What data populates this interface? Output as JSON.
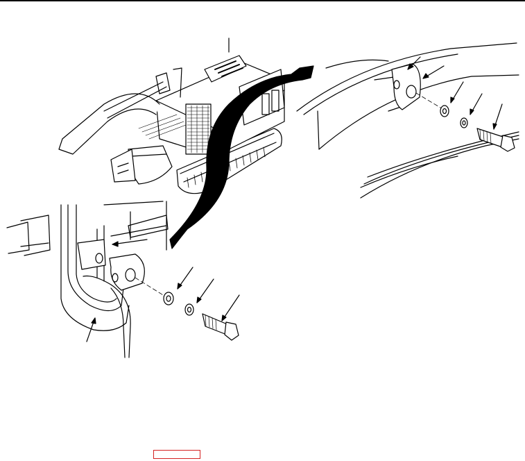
{
  "page": {
    "background": "#ffffff",
    "line_color": "#000000"
  },
  "figure": {
    "icons": [
      "excavator-illustration",
      "curved-callout-arrow",
      "handrail-bracket",
      "washer",
      "lock-washer",
      "capscrew",
      "leader-arrow"
    ]
  },
  "nav": {
    "back_link_label": "",
    "back_link_color": "#d42020"
  }
}
